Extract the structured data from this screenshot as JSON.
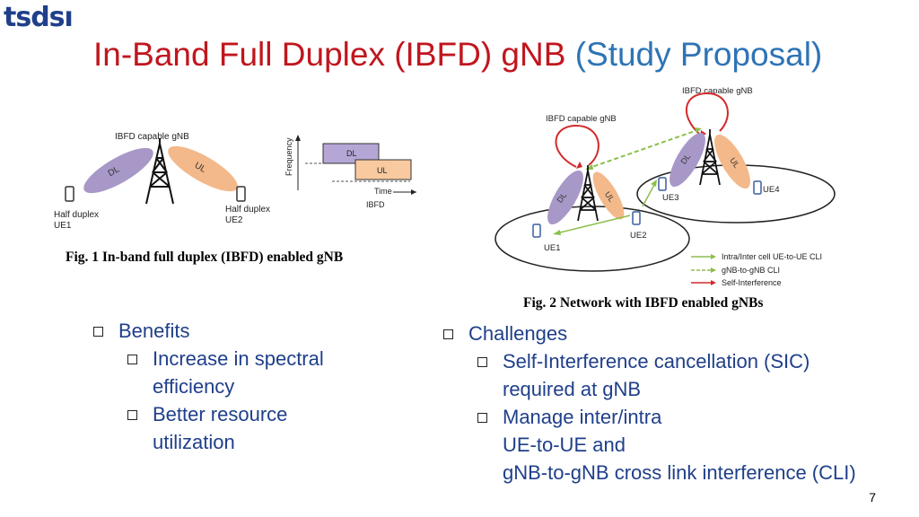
{
  "brand": {
    "logo": "tsdsı"
  },
  "title": {
    "main": "In-Band Full Duplex (IBFD) gNB",
    "sub": "(Study Proposal)"
  },
  "fig1": {
    "gnb_label": "IBFD capable gNB",
    "dl": "DL",
    "ul": "UL",
    "ue1_line1": "Half duplex",
    "ue1_line2": "UE1",
    "ue2_line1": "Half duplex",
    "ue2_line2": "UE2",
    "axis_freq": "Frequency",
    "axis_time": "Time",
    "chart_label": "IBFD",
    "caption": "Fig. 1 In-band full duplex (IBFD) enabled gNB"
  },
  "fig2": {
    "gnb1_label": "IBFD capable gNB",
    "gnb2_label": "IBFD capable gNB",
    "dl": "DL",
    "ul": "UL",
    "ue1": "UE1",
    "ue2": "UE2",
    "ue3": "UE3",
    "ue4": "UE4",
    "legend": [
      "Intra/Inter cell UE-to-UE CLI",
      "gNB-to-gNB CLI",
      "Self-Interference"
    ],
    "caption": "Fig. 2 Network with IBFD enabled gNBs"
  },
  "benefits": {
    "heading": "Benefits",
    "items": [
      {
        "line1": "Increase in spectral",
        "line2": "efficiency"
      },
      {
        "line1": "Better resource",
        "line2": "utilization"
      }
    ]
  },
  "challenges": {
    "heading": "Challenges",
    "items": [
      {
        "line1": "Self-Interference cancellation (SIC)",
        "line2": "required at gNB",
        "line3": ""
      },
      {
        "line1": "Manage inter/intra",
        "line2": "UE-to-UE and",
        "line3": "gNB-to-gNB cross link interference (CLI)"
      }
    ]
  },
  "page_number": "7",
  "colors": {
    "title_red": "#c0161e",
    "title_blue": "#2e74b5",
    "text_navy": "#1f3f8a",
    "dl_lobe": "#a898c8",
    "ul_lobe": "#f3b98a"
  }
}
